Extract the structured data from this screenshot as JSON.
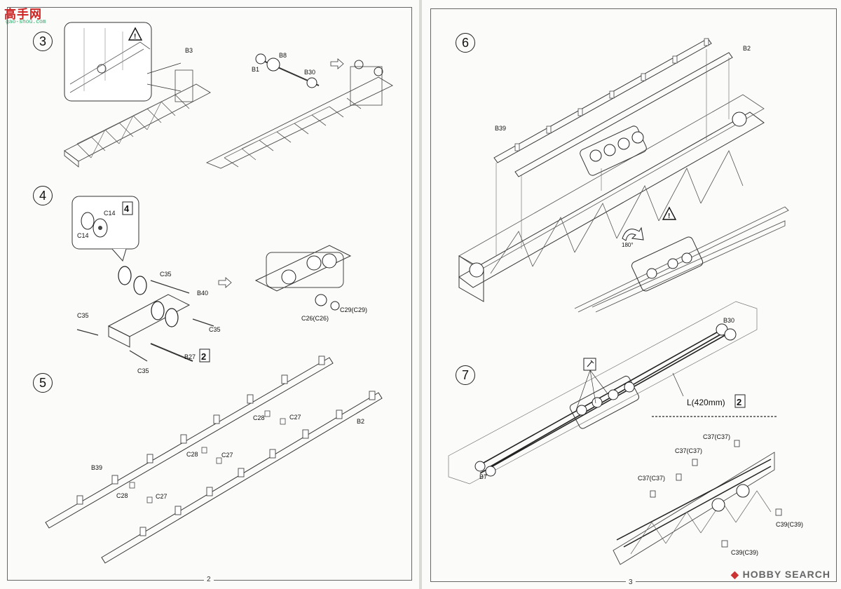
{
  "site_logo": {
    "text": "高手网",
    "url": "gao-shou.com"
  },
  "watermark": {
    "text": "HOBBY SEARCH"
  },
  "pages": {
    "left_number": "2",
    "right_number": "3"
  },
  "steps": [
    {
      "number": "3",
      "labels": [
        "B3",
        "B1",
        "B8",
        "B30"
      ]
    },
    {
      "number": "4",
      "labels": [
        "C14",
        "C14",
        "4",
        "C35",
        "B40",
        "C35",
        "C35",
        "C35",
        "B27",
        "2",
        "C26(C26)",
        "C29(C29)"
      ]
    },
    {
      "number": "5",
      "labels": [
        "C28",
        "C27",
        "B2",
        "C28",
        "C27",
        "B39",
        "C28",
        "C27"
      ]
    },
    {
      "number": "6",
      "labels": [
        "B2",
        "B39",
        "180°"
      ]
    },
    {
      "number": "7",
      "labels": [
        "B30",
        "L(420mm)",
        "2",
        "B7",
        "C37(C37)",
        "C37(C37)",
        "C37(C37)",
        "C39(C39)",
        "C39(C39)"
      ]
    }
  ],
  "icons": [
    "warning-icon",
    "arrow-right-icon",
    "rotate-180-icon",
    "glue-icon"
  ]
}
